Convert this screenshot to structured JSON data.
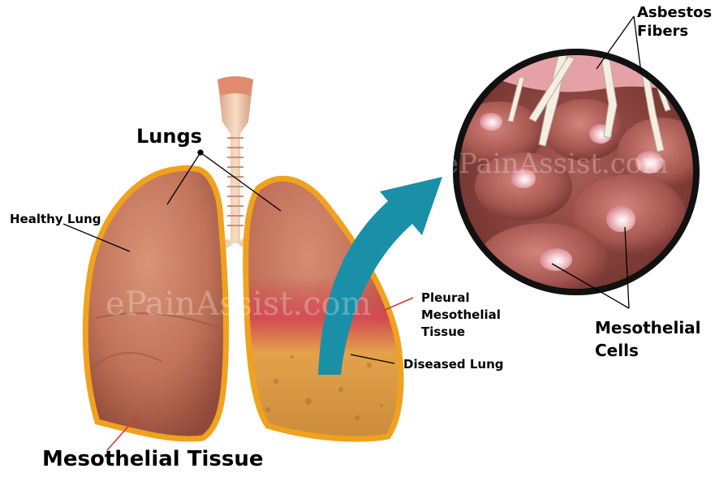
{
  "labels": {
    "lungs": "Lungs",
    "healthy_lung": "Healthy Lung",
    "mesothelial_tissue": "Mesothelial Tissue",
    "pleural_mesothelial_tissue": [
      "Pleural",
      "Mesothelial",
      "Tissue"
    ],
    "diseased_lung": "Diseased Lung",
    "asbestos_fibers": [
      "Asbestos",
      "Fibers"
    ],
    "mesothelial_cells": [
      "Mesothelial",
      "Cells"
    ]
  },
  "watermark": "ePainAssist.com",
  "colors": {
    "lung_outline": "#f0a21e",
    "lung_tissue": "#c9785c",
    "diseased_tissue": "#e1b048",
    "arrow": "#1a8fa8",
    "pleural_line": "#d43a2c",
    "cell_pink": "#e89aa0",
    "circle_border": "#111111"
  }
}
